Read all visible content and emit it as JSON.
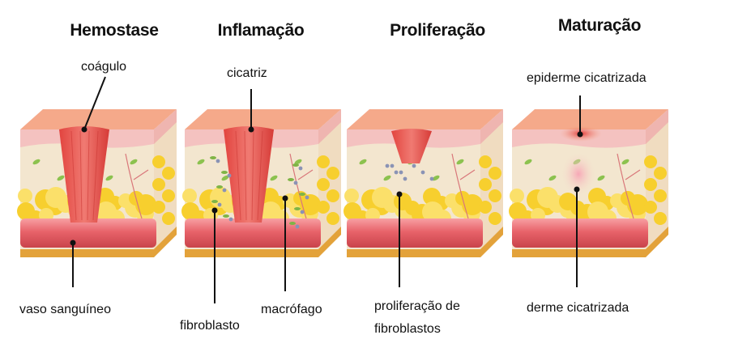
{
  "stages": [
    {
      "title": "Hemostase",
      "labels": [
        "coágulo",
        "vaso sanguíneo"
      ]
    },
    {
      "title": "Inflamação",
      "labels": [
        "cicatriz",
        "fibroblasto",
        "macrófago"
      ]
    },
    {
      "title": "Proliferação",
      "labels": [
        "proliferação de",
        "fibroblastos"
      ]
    },
    {
      "title": "Maturação",
      "labels": [
        "epiderme cicatrizada",
        "derme cicatrizada"
      ]
    }
  ],
  "colors": {
    "skin_top": "#f5a98a",
    "epidermis": "#f4c2c0",
    "dermis": "#f3e6cf",
    "fat": "#f7cf2e",
    "vessel": "#e8636a",
    "clot": "#e9534f",
    "base": "#e3a23a",
    "leader": "#111111"
  }
}
